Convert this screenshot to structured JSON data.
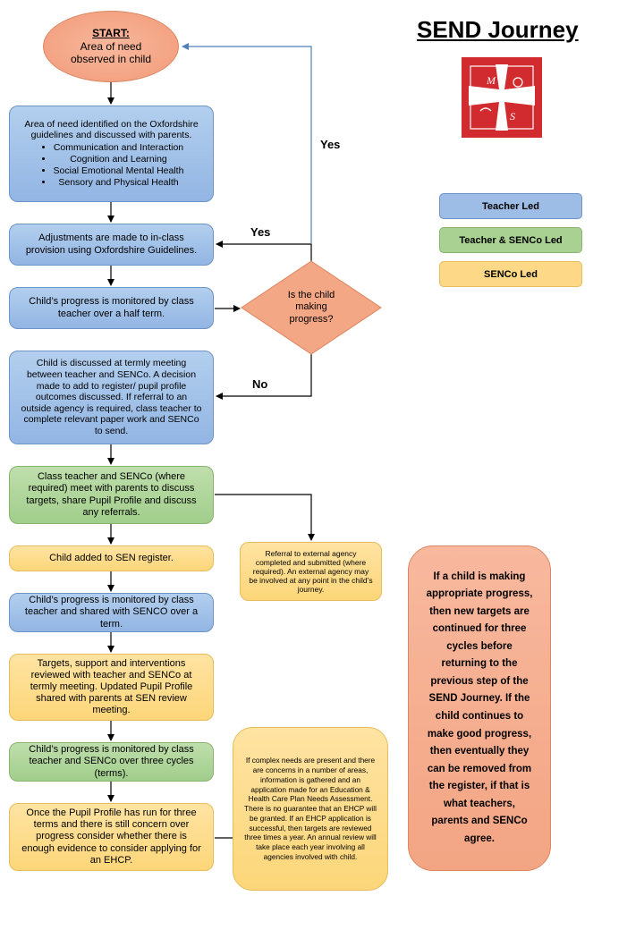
{
  "title": "SEND Journey",
  "colors": {
    "teacher_led": "#9dbde7",
    "teacher_senco_led": "#a9d292",
    "senco_led": "#fdd987",
    "start": "#f4a784",
    "decision": "#f4a784",
    "note": "#f5a887",
    "arrow": "#000000",
    "yes_loop": "#4e7fb9"
  },
  "logo": {
    "letters": [
      "M",
      "S"
    ],
    "icon": "school-crest-cross-icon"
  },
  "legend": {
    "teacher_led": "Teacher Led",
    "teacher_senco_led": "Teacher & SENCo Led",
    "senco_led": "SENCo Led"
  },
  "start": {
    "heading": "START:",
    "text": "Area of need observed in child"
  },
  "step1": {
    "text": "Area of need identified on the Oxfordshire guidelines and discussed with parents.",
    "items": [
      "Communication and Interaction",
      "Cognition and Learning",
      "Social Emotional Mental Health",
      "Sensory and Physical Health"
    ]
  },
  "step2": {
    "text": "Adjustments are made to in-class provision using Oxfordshire Guidelines."
  },
  "step3": {
    "text": "Child’s progress is monitored by class teacher over a half term."
  },
  "decision": {
    "text": "Is the child making progress?",
    "yes_top": "Yes",
    "yes_side": "Yes",
    "no": "No"
  },
  "step4": {
    "text": "Child is discussed at termly meeting between teacher and SENCo. A decision made to add to register/ pupil profile outcomes discussed. If referral to an outside agency is required, class teacher to complete relevant paper work and SENCo to send."
  },
  "step5": {
    "text": "Class teacher and SENCo (where required) meet with parents to discuss targets, share Pupil Profile and discuss any referrals."
  },
  "referral": {
    "text": "Referral to external agency completed and submitted (where required). An external agency may be involved at any point in the child’s journey."
  },
  "step6": {
    "text": "Child added to SEN register."
  },
  "step7": {
    "text": "Child’s progress is monitored by class teacher and shared with SENCO over a term."
  },
  "step8": {
    "text": "Targets, support and interventions reviewed with teacher and SENCo at termly meeting. Updated Pupil Profile shared with parents at SEN review meeting."
  },
  "step9": {
    "text": "Child’s progress is monitored by class teacher and SENCo over three cycles (terms)."
  },
  "step10": {
    "text": "Once the Pupil Profile has run for three terms and there is still concern over progress consider whether there is enough evidence to consider applying for an EHCP."
  },
  "ehcp": {
    "text": "If complex needs are present and there are concerns in a number of areas, information is gathered and an application made for an Education & Health Care Plan Needs Assessment. There is no guarantee that an EHCP will be granted. If an EHCP application is successful, then targets are reviewed three times a year. An annual review will take place each year involving all agencies involved with child."
  },
  "side_note": {
    "text": "If a child is making appropriate progress, then new targets are continued for three cycles before returning to the previous step of the SEND Journey. If the child continues to make good progress, then eventually they can be removed from the register, if that is what teachers, parents and SENCo agree."
  }
}
